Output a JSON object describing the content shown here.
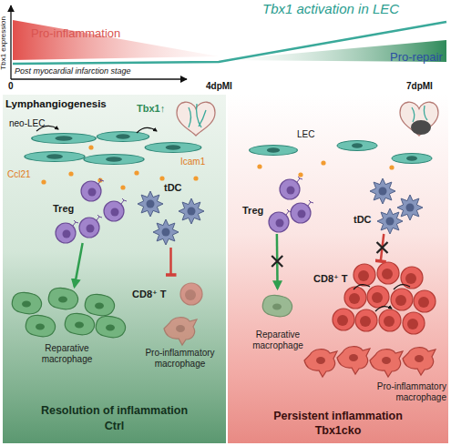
{
  "diagram": {
    "nodes": [
      {
        "text": [
          "Resolution of inflammation",
          "Ctrl"
        ]
      },
      {
        "text": [
          "Treg"
        ],
        "in": 0
      },
      {
        "text": [
          "tDC"
        ],
        "in": 0
      },
      {
        "text": [
          "CD8⁺ T"
        ],
        "in": 0
      },
      {
        "text": [
          "Reparative macrophage"
        ],
        "in": 0
      },
      {
        "text": [
          "Pro-inflammatory macrophage"
        ],
        "in": 0
      },
      {
        "text": [
          "Persistent inflammation",
          "Tbx1cko"
        ]
      },
      {
        "text": [
          "Treg"
        ],
        "in": 6
      },
      {
        "text": [
          "tDC"
        ],
        "in": 6
      },
      {
        "text": [
          "CD8⁺ T"
        ],
        "in": 6
      },
      {
        "text": [
          "Reparative macrophage"
        ],
        "in": 6
      },
      {
        "text": [
          "Pro-inflammatory macrophage"
        ],
        "in": 6
      }
    ],
    "edges": [
      {
        "from": 1,
        "to": 4,
        "arrow": "to"
      },
      {
        "from": 2,
        "to": 3,
        "arrow": "to"
      },
      {
        "from": 7,
        "to": 10,
        "arrow": "to"
      },
      {
        "from": 8,
        "to": 9,
        "arrow": "to"
      }
    ],
    "labels": [
      "Tbx1 activation in LEC",
      "Tbx1 expression",
      "Pro-inflammation",
      "Pro-repair",
      "Post myocardial infarction stage",
      "0",
      "4dpMI",
      "7dpMI",
      "Lymphangiogenesis",
      "Tbx1↑",
      "neo-LEC",
      "Icam1",
      "Ccl21",
      "LEC"
    ]
  }
}
